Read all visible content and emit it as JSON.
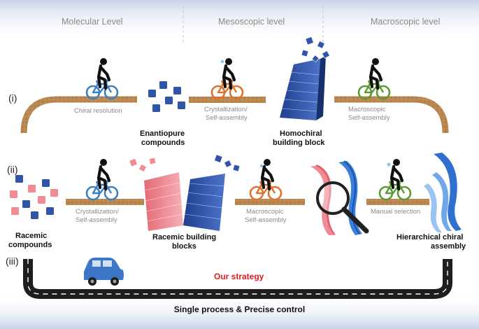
{
  "headers": {
    "molecular": "Molecular Level",
    "mesoscopic": "Mesoscopic level",
    "macroscopic": "Macroscopic level"
  },
  "rows": {
    "i": "(i)",
    "ii": "(ii)",
    "iii": "(iii)"
  },
  "steps": {
    "chiral_resolution": "Chiral resolution",
    "crystallization_1_line1": "Crystallization/",
    "crystallization_1_line2": "Self-assembly",
    "macroscopic_1_line1": "Macroscopic",
    "macroscopic_1_line2": "Self-assembly",
    "crystallization_2_line1": "Crystallization/",
    "crystallization_2_line2": "Self-assembly",
    "macroscopic_2_line1": "Macroscopic",
    "macroscopic_2_line2": "Self-assembly",
    "manual_selection": "Manual selection"
  },
  "products": {
    "enantiopure_line1": "Enantiopure",
    "enantiopure_line2": "compounds",
    "homochiral_line1": "Homochiral",
    "homochiral_line2": "building block",
    "racemic_compounds_line1": "Racemic",
    "racemic_compounds_line2": "compounds",
    "racemic_blocks_line1": "Racemic building",
    "racemic_blocks_line2": "blocks",
    "hierarchical_line1": "Hierarchical chiral",
    "hierarchical_line2": "assembly"
  },
  "strategy": "Our strategy",
  "footer": "Single process & Precise control",
  "colors": {
    "blue_bike": "#3a7fc4",
    "orange_bike": "#e0702a",
    "green_bike": "#5a9a35",
    "road_brown": "#b9874f",
    "highway": "#1e1e1e",
    "strategy_red": "#e01b1b",
    "blue_block": "#2f54a8",
    "pink_block": "#f08a93",
    "car": "#3c77c7"
  },
  "icons": [
    "bicycle-rider-icon",
    "car-icon",
    "magnifier-icon",
    "cube-icon",
    "brick-wall-icon"
  ]
}
